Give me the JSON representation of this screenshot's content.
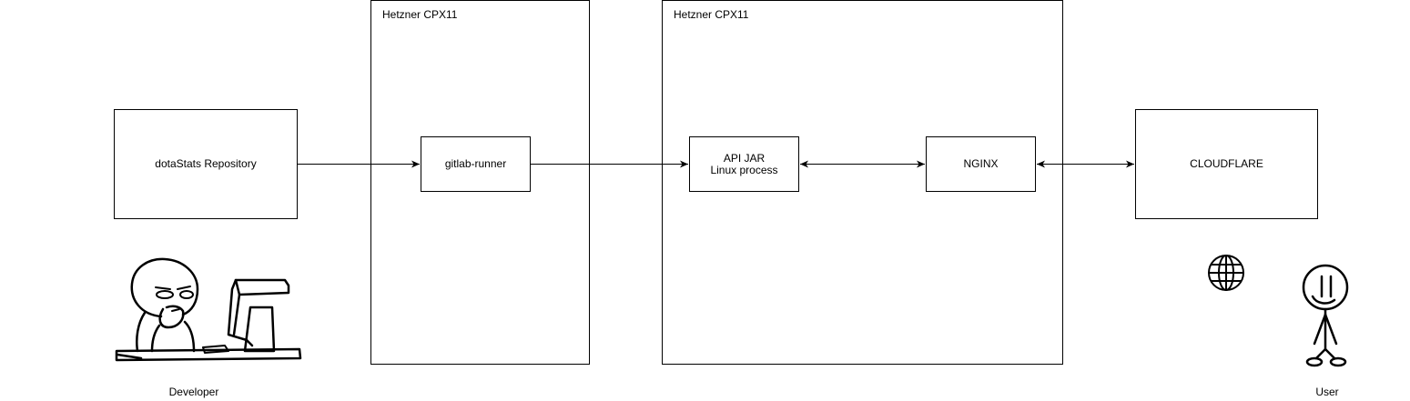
{
  "containers": [
    {
      "id": "server-1",
      "title": "Hetzner CPX11"
    },
    {
      "id": "server-2",
      "title": "Hetzner CPX11"
    }
  ],
  "nodes": {
    "repository": {
      "label": "dotaStats Repository"
    },
    "gitlab_runner": {
      "label": "gitlab-runner"
    },
    "api_jar": {
      "line1": "API JAR",
      "line2": "Linux process"
    },
    "nginx": {
      "label": "NGINX"
    },
    "cloudflare": {
      "label": "CLOUDFLARE"
    }
  },
  "actors": {
    "developer": {
      "label": "Developer",
      "icon": "developer-at-computer-icon"
    },
    "user": {
      "label": "User",
      "icon": "stick-figure-user-icon"
    },
    "internet": {
      "icon": "globe-icon"
    }
  },
  "edges": [
    {
      "from": "dotaStats Repository",
      "to": "gitlab-runner",
      "direction": "forward"
    },
    {
      "from": "gitlab-runner",
      "to": "API JAR",
      "direction": "forward"
    },
    {
      "from": "API JAR",
      "to": "NGINX",
      "direction": "both"
    },
    {
      "from": "NGINX",
      "to": "CLOUDFLARE",
      "direction": "both"
    }
  ],
  "colors": {
    "stroke": "#000000",
    "fill": "#ffffff"
  }
}
